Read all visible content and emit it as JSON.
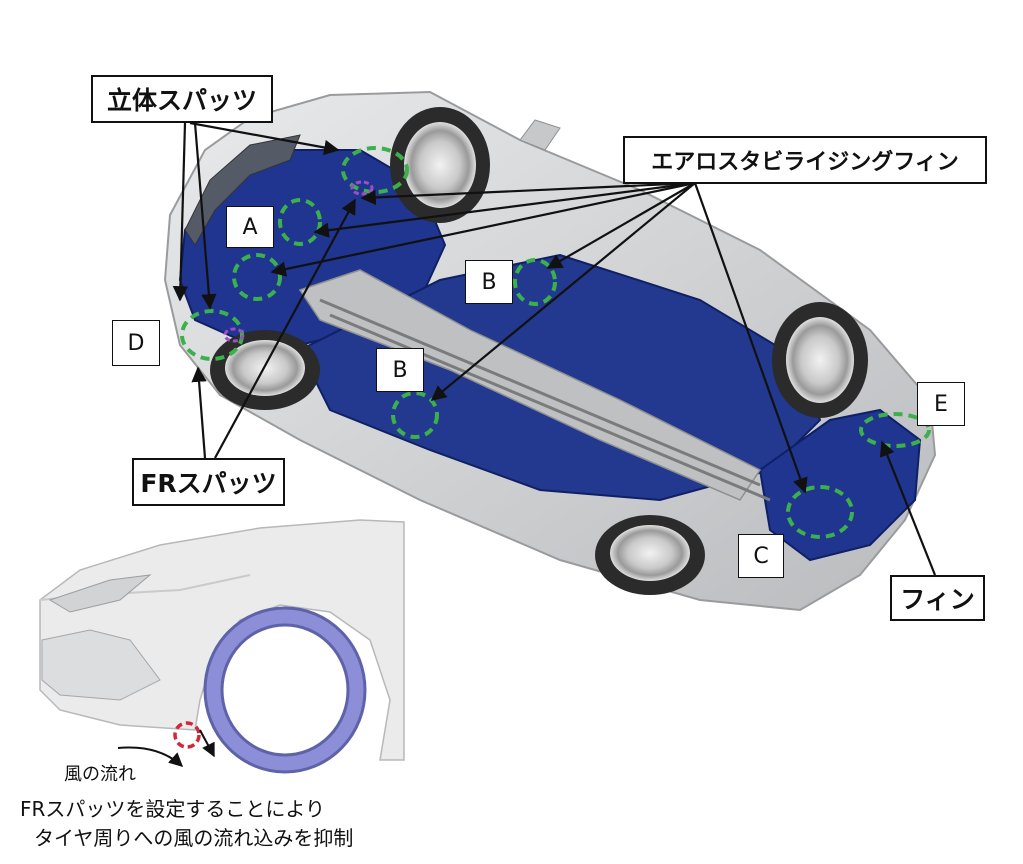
{
  "labels": {
    "rittai_spats": "立体スパッツ",
    "aero_fin": "エアロスタビライジングフィン",
    "fr_spats": "FRスパッツ",
    "fin": "フィン",
    "a": "A",
    "b1": "B",
    "b2": "B",
    "c": "C",
    "d": "D",
    "e": "E"
  },
  "inset": {
    "wind_label": "風の流れ",
    "caption_line1": "FRスパッツを設定することにより",
    "caption_line2": "タイヤ周りへの風の流れ込みを抑制"
  },
  "colors": {
    "underbody_blue": "#1f3590",
    "body_gray": "#cfd0d2",
    "marker_green": "#3cb04a",
    "marker_red": "#d3263a",
    "marker_purple": "#9b4fc0",
    "tire_blue": "#8c8fd8"
  }
}
